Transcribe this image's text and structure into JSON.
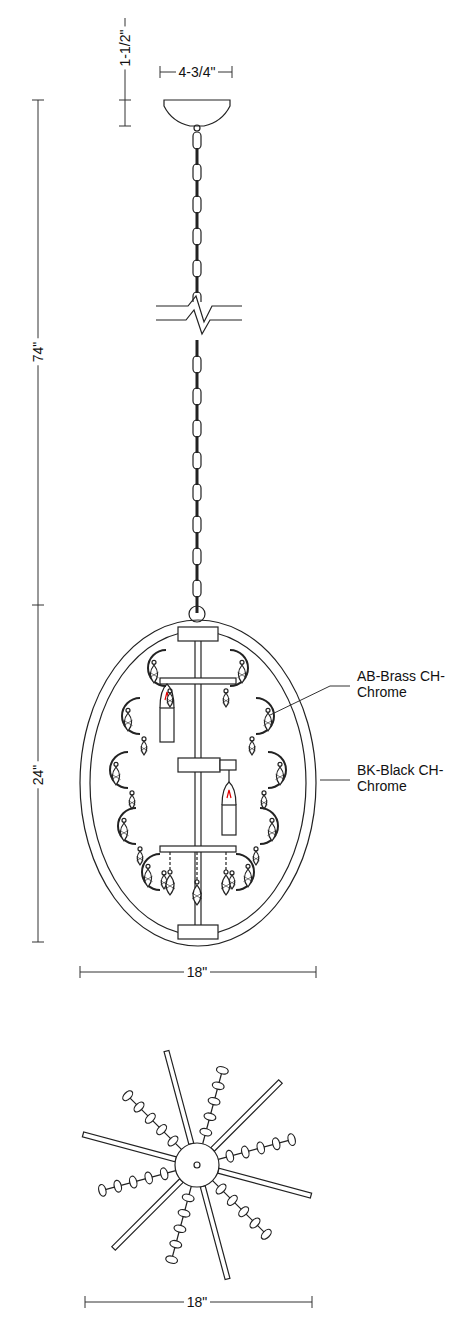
{
  "diagram": {
    "labels": [
      "1-1/2\"",
      "4-3/4\"",
      "74\"",
      "24\"",
      "AB-Brass CH-Chrome",
      "BK-Black CH-Chrome",
      "18\"",
      "18\""
    ]
  }
}
